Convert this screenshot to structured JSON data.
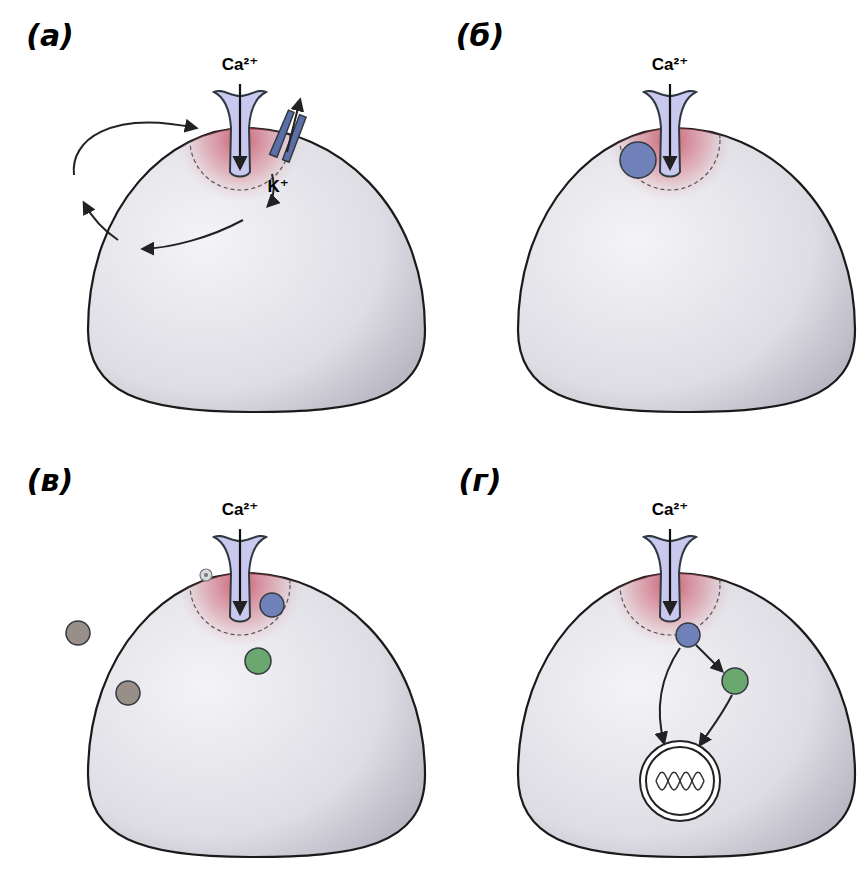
{
  "diagram": {
    "labels": [
      "(а)",
      "Ca²⁺",
      "K⁺",
      "(б)",
      "Ca²⁺",
      "(в)",
      "Ca²⁺",
      "(г)",
      "Ca²⁺"
    ]
  }
}
